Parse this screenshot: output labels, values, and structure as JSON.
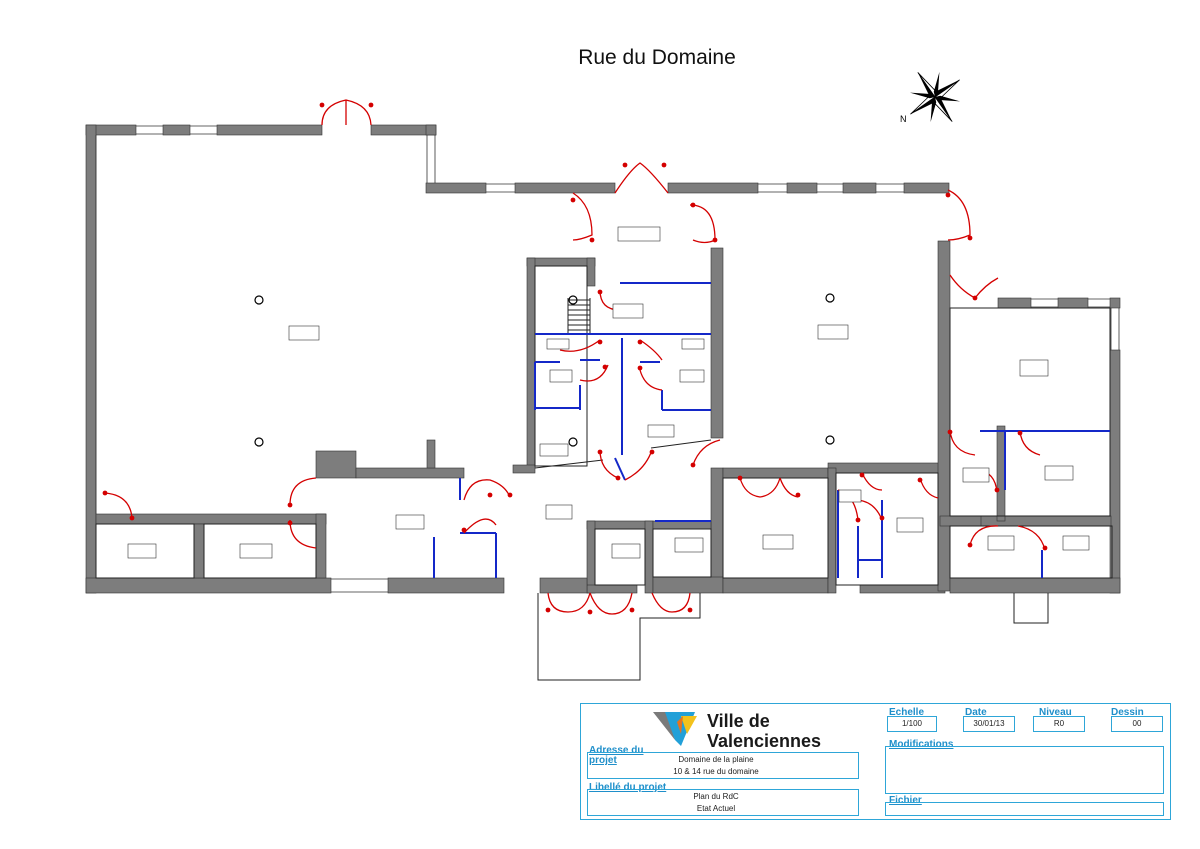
{
  "street_name": "Rue du Domaine",
  "colors": {
    "wall": "#7d7d7d",
    "door": "#d40000",
    "partition": "#1428c8",
    "cartouche": "#2ea6d8"
  },
  "icons": {
    "compass": "compass-rose-icon",
    "logo": "valenciennes-logo-icon"
  },
  "compass_letter": "N",
  "cartouche": {
    "city_line1": "Ville de",
    "city_line2": "Valenciennes",
    "adresse_label": "Adresse du projet",
    "adresse_line1": "Domaine de la plaine",
    "adresse_line2": "10 & 14 rue du domaine",
    "libelle_label": "Libellé du projet",
    "libelle_line1": "Plan du RdC",
    "libelle_line2": "Etat Actuel",
    "echelle_label": "Echelle",
    "echelle_value": "1/100",
    "date_label": "Date",
    "date_value": "30/01/13",
    "niveau_label": "Niveau",
    "niveau_value": "R0",
    "dessin_label": "Dessin",
    "dessin_value": "00",
    "modifications_label": "Modifications",
    "fichier_label": "Fichier"
  }
}
